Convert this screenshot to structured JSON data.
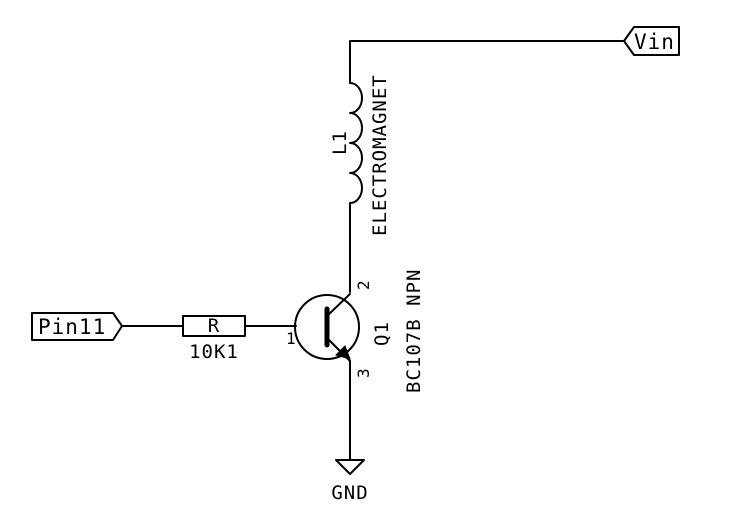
{
  "ports": {
    "vin": "Vin",
    "pin11": "Pin11"
  },
  "ground": {
    "label": "GND"
  },
  "resistor": {
    "symbol": "R",
    "value": "10K1"
  },
  "inductor": {
    "ref": "L1",
    "value": "ELECTROMAGNET"
  },
  "transistor": {
    "ref": "Q1",
    "part": "BC107B NPN",
    "pins": {
      "base": "1",
      "collector": "2",
      "emitter": "3"
    }
  }
}
